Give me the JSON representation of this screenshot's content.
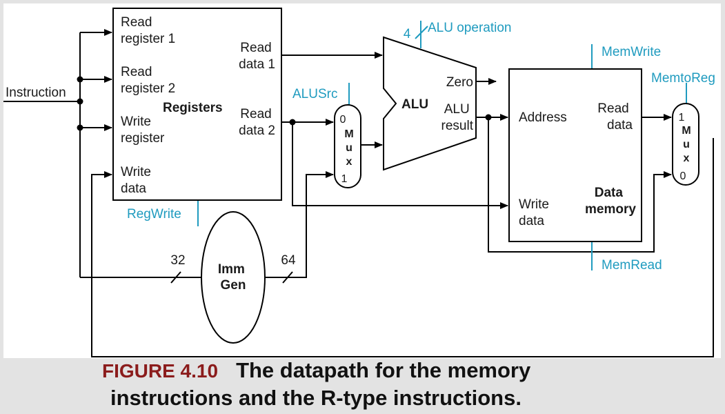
{
  "registers": {
    "title": "Registers",
    "read_register_1": [
      "Read",
      "register 1"
    ],
    "read_register_2": [
      "Read",
      "register 2"
    ],
    "write_register": [
      "Write",
      "register"
    ],
    "write_data": [
      "Write",
      "data"
    ],
    "read_data_1": [
      "Read",
      "data 1"
    ],
    "read_data_2": [
      "Read",
      "data 2"
    ]
  },
  "instruction_label": "Instruction",
  "imm_gen": {
    "title": [
      "Imm",
      "Gen"
    ],
    "in_width": "32",
    "out_width": "64"
  },
  "alusrc_mux": {
    "input0": "0",
    "input1": "1",
    "letters": [
      "M",
      "u",
      "x"
    ]
  },
  "alu": {
    "title": "ALU",
    "zero": "Zero",
    "result": [
      "ALU",
      "result"
    ],
    "op_width": "4"
  },
  "data_memory": {
    "title": [
      "Data",
      "memory"
    ],
    "address": "Address",
    "read_data": [
      "Read",
      "data"
    ],
    "write_data": [
      "Write",
      "data"
    ]
  },
  "memtoreg_mux": {
    "input1": "1",
    "input0": "0",
    "letters": [
      "M",
      "u",
      "x"
    ]
  },
  "control_signals": {
    "regwrite": "RegWrite",
    "alusrc": "ALUSrc",
    "alu_operation": "ALU operation",
    "memwrite": "MemWrite",
    "memread": "MemRead",
    "memtoreg": "MemtoReg"
  },
  "caption": {
    "number": "FIGURE 4.10",
    "line1": "The datapath for the memory",
    "line2": "instructions and the R-type instructions."
  },
  "colors": {
    "control": "#1f9bbf",
    "caption_number": "#8b1c1c",
    "wire": "#000000",
    "diagram_background": "#ffffff",
    "page_background": "#e3e3e3"
  }
}
